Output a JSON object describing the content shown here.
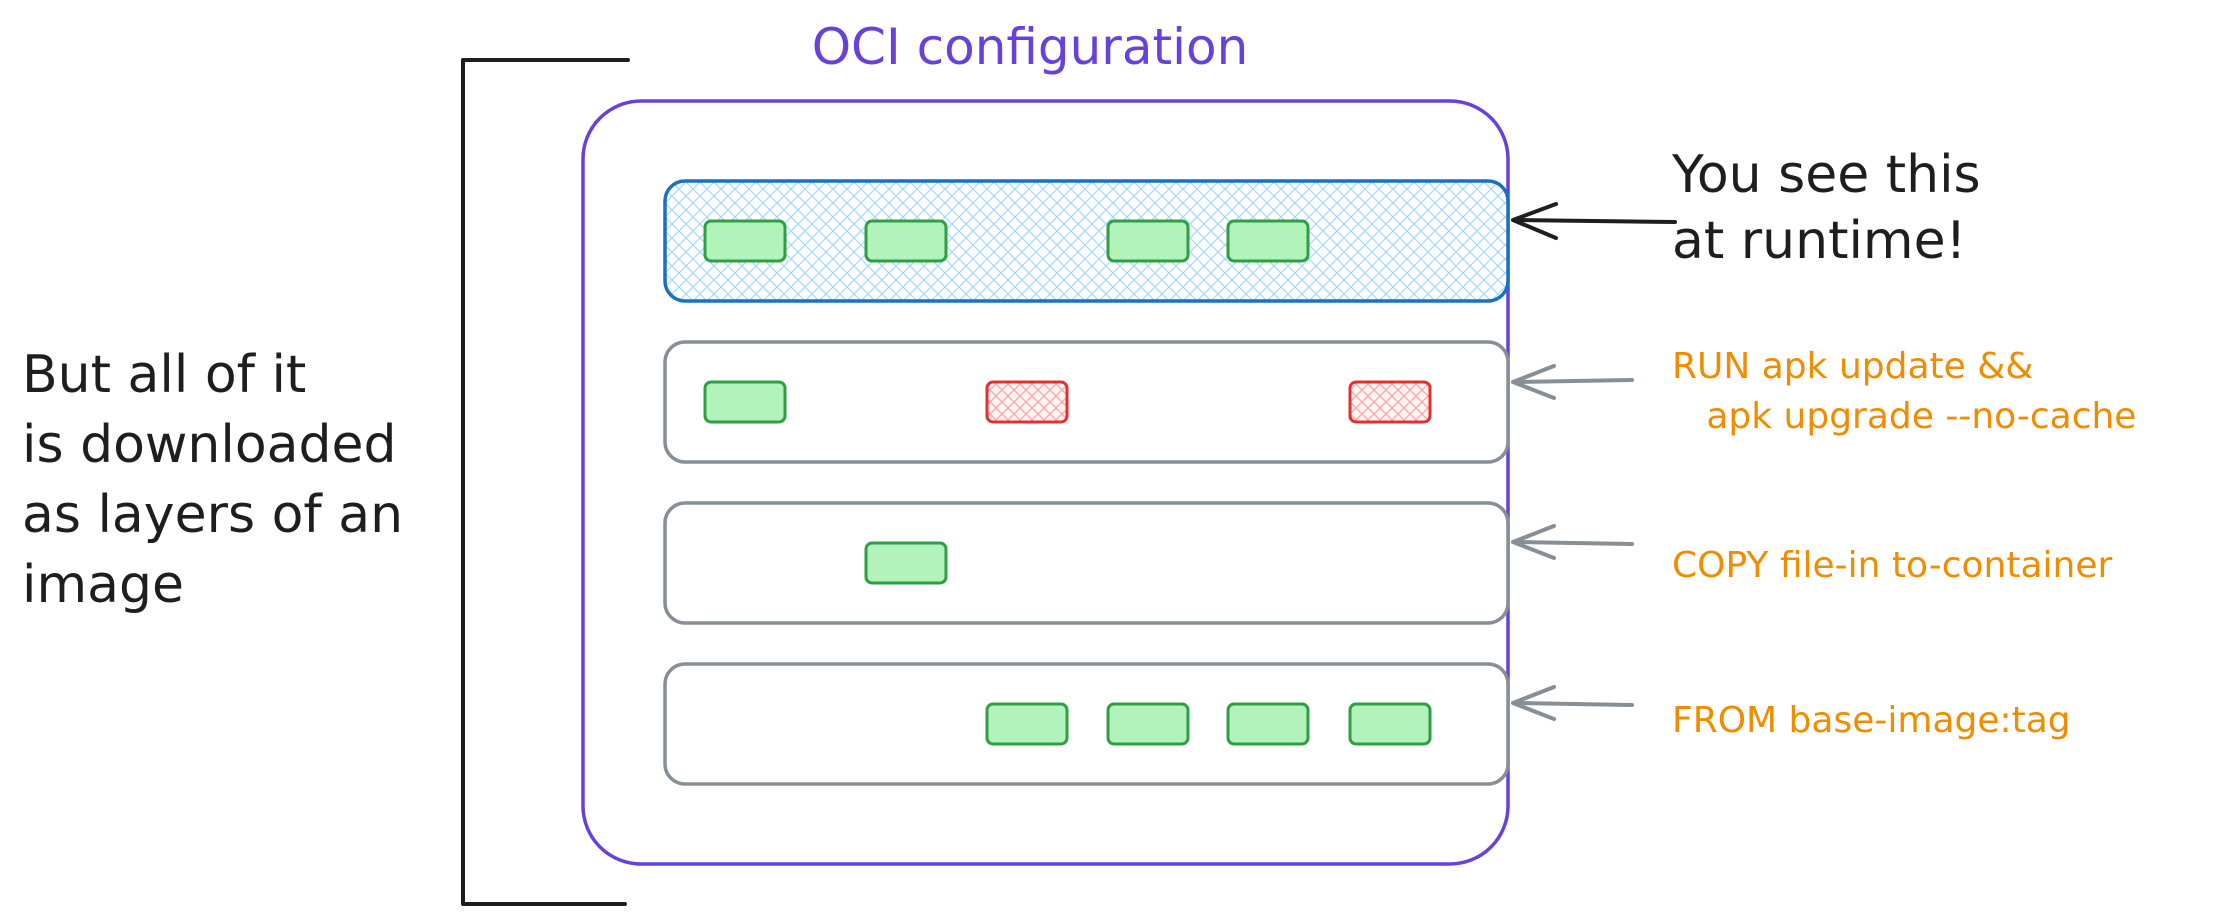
{
  "diagram": {
    "title": "OCI configuration",
    "left_note": [
      "But all of it",
      "is downloaded",
      "as layers of an",
      "image"
    ],
    "runtime_note": [
      "You see this",
      "at runtime!"
    ],
    "layers": [
      {
        "id": "runtime",
        "label": [],
        "blocks": [
          "green",
          "green",
          "green",
          "green"
        ]
      },
      {
        "id": "run",
        "label": [
          "RUN apk update &&",
          "   apk upgrade --no-cache"
        ],
        "blocks": [
          "green",
          "red",
          "red"
        ]
      },
      {
        "id": "copy",
        "label": [
          "COPY file-in to-container"
        ],
        "blocks": [
          "green"
        ]
      },
      {
        "id": "from",
        "label": [
          "FROM base-image:tag"
        ],
        "blocks": [
          "green",
          "green",
          "green",
          "green"
        ]
      }
    ],
    "colors": {
      "title": "#6741d9",
      "container_border": "#6741d9",
      "runtime_border": "#1971c2",
      "runtime_fill": "#a5d8ff",
      "layer_border": "#868e96",
      "green_fill": "#b2f2bb",
      "green_border": "#2f9e44",
      "red_fill": "#ffc9c9",
      "red_border": "#e03131",
      "note_text": "#1e1e1e",
      "instruction_text": "#f08c00"
    }
  }
}
